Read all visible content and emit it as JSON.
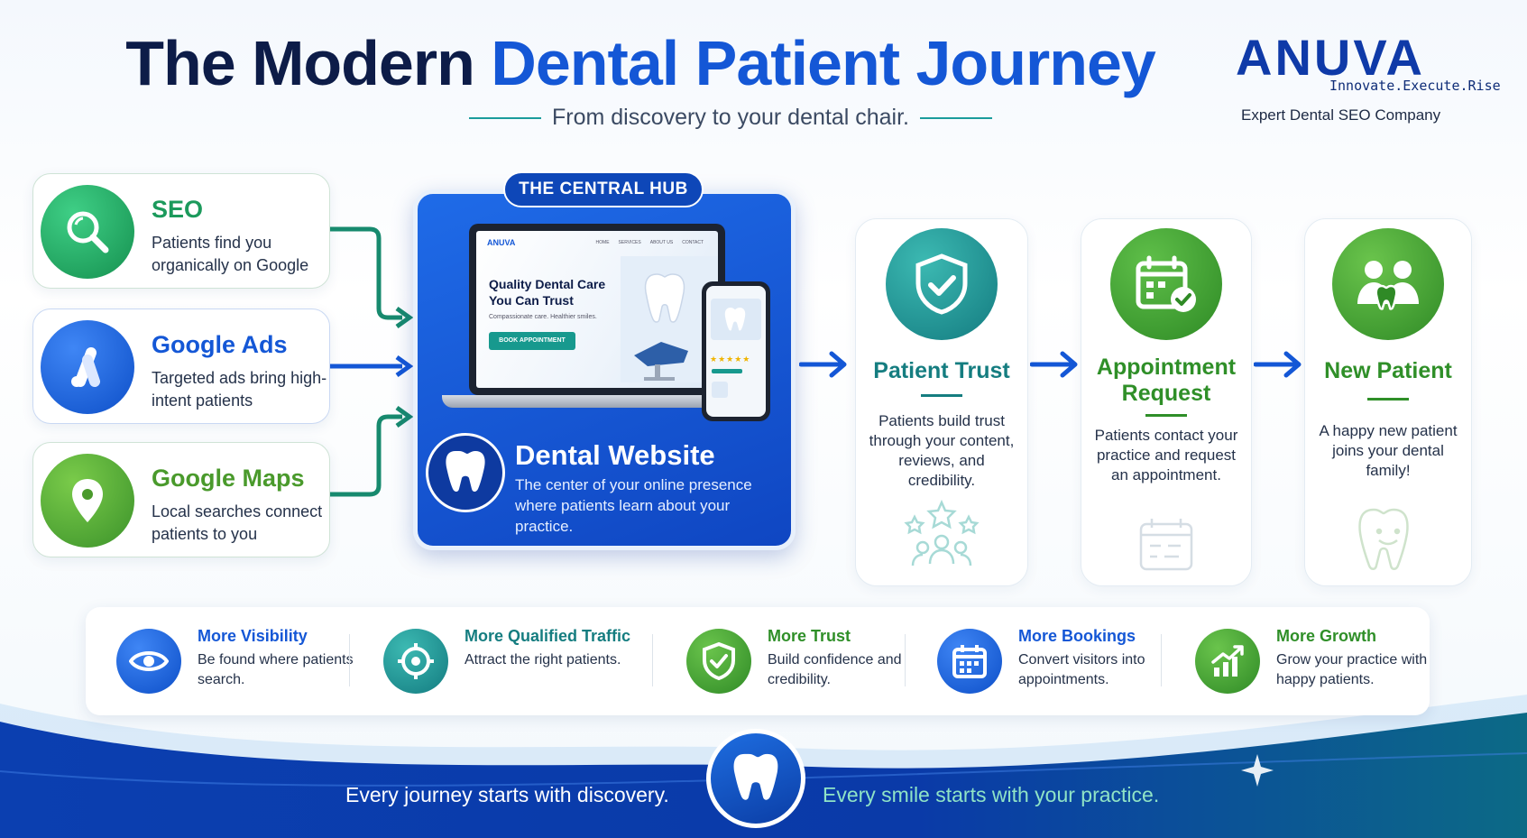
{
  "header": {
    "title_dark": "The Modern",
    "title_blue": "Dental Patient Journey",
    "subtitle": "From discovery to your dental chair."
  },
  "brand": {
    "logo_text": "ANUVA",
    "tagline": "Innovate.Execute.Rise",
    "company": "Expert Dental SEO Company"
  },
  "sources": [
    {
      "title": "SEO",
      "desc": "Patients find you organically on Google",
      "icon": "search-icon",
      "color": "#1c9a5c"
    },
    {
      "title": "Google Ads",
      "desc": "Targeted ads bring high-intent patients",
      "icon": "google-ads-icon",
      "color": "#1457d6"
    },
    {
      "title": "Google Maps",
      "desc": "Local searches connect patients to you",
      "icon": "map-pin-icon",
      "color": "#4a9a2c"
    }
  ],
  "hub": {
    "tag": "THE CENTRAL HUB",
    "title": "Dental Website",
    "desc": "The center of your online presence where patients learn about your practice.",
    "mock": {
      "nav": [
        "HOME",
        "SERVICES",
        "ABOUT US",
        "CONTACT"
      ],
      "headline_1": "Quality Dental Care",
      "headline_2": "You Can Trust",
      "tagline": "Compassionate care. Healthier smiles.",
      "cta": "BOOK APPOINTMENT",
      "rating": "★★★★★"
    }
  },
  "steps": [
    {
      "title": "Patient Trust",
      "desc": "Patients build trust through your content, reviews, and credibility.",
      "icon": "shield-check-icon",
      "color": "#1b8a8c"
    },
    {
      "title": "Appointment Request",
      "desc": "Patients contact your practice and request an appointment.",
      "icon": "calendar-check-icon",
      "color": "#3c9a2e"
    },
    {
      "title": "New Patient",
      "desc": "A happy new patient joins your dental family!",
      "icon": "family-tooth-icon",
      "color": "#3c9a2e"
    }
  ],
  "benefits": [
    {
      "title": "More Visibility",
      "desc": "Be found where patients search.",
      "icon": "eye-icon",
      "color": "#1457d6"
    },
    {
      "title": "More Qualified Traffic",
      "desc": "Attract the right patients.",
      "icon": "target-icon",
      "color": "#1b8a8c"
    },
    {
      "title": "More Trust",
      "desc": "Build confidence and credibility.",
      "icon": "shield-check-icon",
      "color": "#3c9a2e"
    },
    {
      "title": "More Bookings",
      "desc": "Convert visitors into appointments.",
      "icon": "calendar-icon",
      "color": "#1457d6"
    },
    {
      "title": "More Growth",
      "desc": "Grow your practice with happy patients.",
      "icon": "growth-chart-icon",
      "color": "#3c9a2e"
    }
  ],
  "footer": {
    "left": "Every journey starts with discovery.",
    "right": "Every smile starts with your practice."
  }
}
